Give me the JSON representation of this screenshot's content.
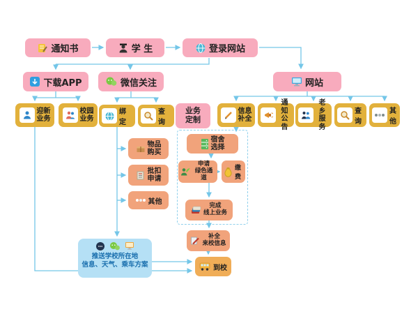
{
  "nodes": {
    "notice": {
      "label": "通知书",
      "icon": "notepad-icon"
    },
    "student": {
      "label": "学 生",
      "icon": "student-icon"
    },
    "login": {
      "label": "登录网站",
      "icon": "globe-icon"
    },
    "app": {
      "label": "下载APP",
      "icon": "app-icon"
    },
    "wechat": {
      "label": "微信关注",
      "icon": "wechat-icon"
    },
    "website": {
      "label": "网站",
      "icon": "monitor-icon"
    },
    "welcome": {
      "line1": "迎新",
      "line2": "业务",
      "icon": "person-icon"
    },
    "campus": {
      "line1": "校园",
      "line2": "业务",
      "icon": "people-icon"
    },
    "bind": {
      "label": "绑定",
      "icon": "globe-icon"
    },
    "wechat_query": {
      "label": "查询",
      "icon": "search-icon"
    },
    "biz_custom": {
      "line1": "业务",
      "line2": "定制"
    },
    "info_complete": {
      "line1": "信息",
      "line2": "补全",
      "icon": "pencil-icon"
    },
    "announce": {
      "line1": "通知",
      "line2": "公告",
      "icon": "megaphone-icon"
    },
    "fellow": {
      "line1": "老乡",
      "line2": "服务",
      "icon": "people-icon"
    },
    "web_query": {
      "label": "查询",
      "icon": "search-icon"
    },
    "web_other": {
      "label": "其他",
      "icon": "dots-icon"
    },
    "goods": {
      "line1": "物品",
      "line2": "购买",
      "icon": "box-icon"
    },
    "deduct": {
      "line1": "批扣",
      "line2": "申请",
      "icon": "receipt-icon"
    },
    "wechat_other": {
      "label": "其他",
      "icon": "dots-icon"
    },
    "dorm": {
      "line1": "宿舍",
      "line2": "选择",
      "icon": "cabinet-icon"
    },
    "green_channel": {
      "line1": "申请",
      "line2": "绿色通道",
      "icon": "green-person-icon"
    },
    "pay": {
      "label": "缴费",
      "icon": "moneybag-icon"
    },
    "finish_online": {
      "line1": "完成",
      "line2": "线上业务",
      "icon": "cards-icon"
    },
    "supplement": {
      "line1": "补全",
      "line2": "来校信息",
      "icon": "pen-paper-icon"
    },
    "arrive": {
      "label": "到校",
      "icon": "bus-icon"
    },
    "push_box": {
      "line1": "推送学校所在地",
      "line2": "信息、天气、乘车方案",
      "icons": [
        "chat-dark-icon",
        "wechat-icon",
        "monitor-yellow-icon"
      ]
    }
  },
  "colors": {
    "pink_box": "#f8abbd",
    "yellow_box": "#e2b13c",
    "orange_box": "#f1a37b",
    "push_box": "#b5e0f5",
    "connector_line": "#74c6e8",
    "push_text": "#1a6fae",
    "label_text": "#222222"
  }
}
